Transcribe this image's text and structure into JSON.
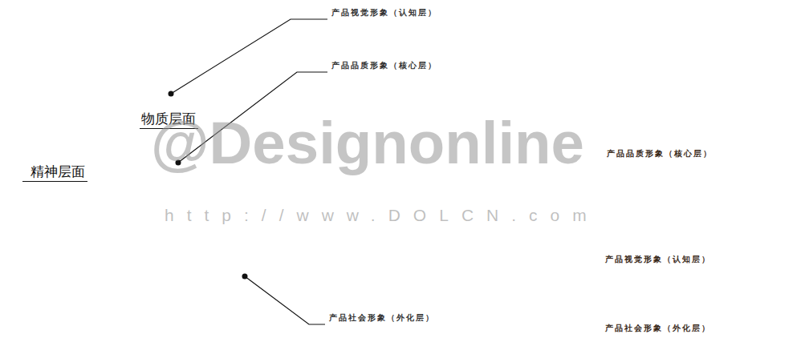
{
  "diagram": {
    "nodes": [
      {
        "text": [
          "精神层面"
        ]
      },
      {
        "text": [
          "物质层面"
        ],
        "in": 0
      },
      {
        "text": [
          "产品社会形象（外化层）"
        ]
      },
      {
        "text": [
          "产品视觉形象（认知层）"
        ],
        "in": 2
      },
      {
        "text": [
          "产品品质形象（核心层）"
        ],
        "in": 3
      }
    ],
    "labels": [
      "产品视觉形象（认知层）",
      "产品品质形象（核心层）",
      "产品社会形象（外化层）",
      "@Designonline",
      "http://www.DOLCN.com"
    ]
  }
}
